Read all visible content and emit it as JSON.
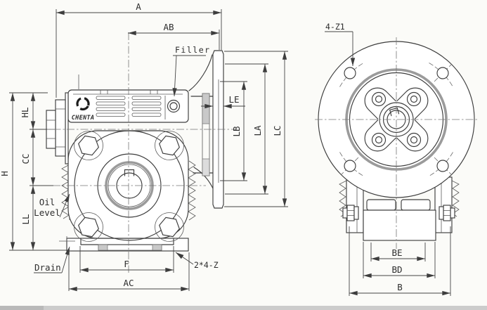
{
  "drawing": {
    "brand": "CHENTA",
    "left_view": {
      "dims": {
        "a": "A",
        "ab": "AB",
        "h": "H",
        "hl": "HL",
        "cc": "CC",
        "ll": "LL",
        "f": "F",
        "ac": "AC"
      },
      "notes": {
        "filler": "Filler",
        "oil_level_line1": "Oil",
        "oil_level_line2": "Level",
        "drain": "Drain",
        "base_slots": "2*4-Z"
      }
    },
    "right_view": {
      "dims": {
        "le": "LE",
        "lb": "LB",
        "la": "LA",
        "lc": "LC",
        "be": "BE",
        "bd": "BD",
        "b": "B"
      },
      "notes": {
        "flange_holes": "4-Z1"
      }
    },
    "colors": {
      "line": "#3d3d3d",
      "bold_gray": "#9b9b9b",
      "shade_gray": "#c9c9c9",
      "scan_strip": "#cccccc",
      "background": "#fbfbf8"
    }
  }
}
